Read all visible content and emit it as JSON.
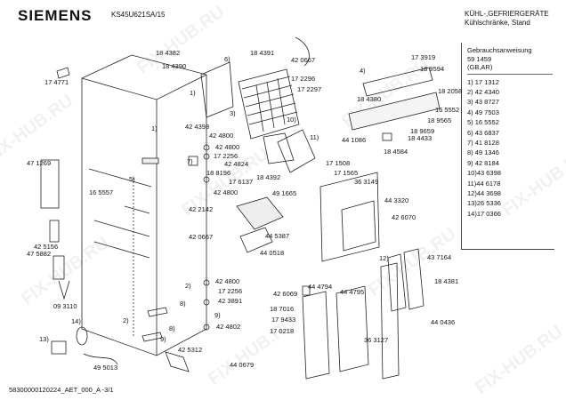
{
  "header": {
    "brand": "SIEMENS",
    "model": "KS45U621SA/15",
    "category_line1": "KÜHL-,GEFRIERGERÄTE",
    "category_line2": "Kühlschränke, Stand"
  },
  "legend": {
    "title_line1": "Gebrauchsanweisung",
    "title_line2": "59 1459",
    "title_line3": "(GB,AR)",
    "items": [
      "1) 17 1312",
      "2) 42 4340",
      "3) 43 8727",
      "4) 49 7503",
      "5) 16 5552",
      "6) 43 6837",
      "7) 41 8128",
      "8) 49 1346",
      "9) 42 8184",
      "10)43 6398",
      "11)44 6178",
      "12)44 3698",
      "13)26 5336",
      "14)17 0366"
    ]
  },
  "part_labels": [
    "18 4382",
    "18 4391",
    "42 0667",
    "18 4390",
    "17 2296",
    "17 2297",
    "17 4771",
    "42 4398",
    "42 4800",
    "17 2256",
    "42 4800",
    "18 8196",
    "42 4824",
    "17 6137",
    "42 4800",
    "47 1269",
    "16 5557",
    "42 2142",
    "42 5156",
    "47 5882",
    "42 0667",
    "44 5387",
    "44 0518",
    "09 3110",
    "42 4800",
    "17 2256",
    "42 3891",
    "42 4802",
    "42 5312",
    "44 0679",
    "49 5013",
    "17 3919",
    "18 9594",
    "18 4380",
    "18 2058",
    "16 5552",
    "18 9565",
    "18 9659",
    "18 4433",
    "44 1086",
    "18 4584",
    "17 1508",
    "17 1565",
    "18 4392",
    "36 3149",
    "49 1665",
    "44 3320",
    "42 6070",
    "43 7164",
    "18 4381",
    "42 6069",
    "44 4794",
    "44 4795",
    "18 7016",
    "17 9433",
    "17 0218",
    "36 3127",
    "44 0436"
  ],
  "callouts": [
    "1)",
    "1)",
    "2)",
    "2)",
    "3)",
    "4)",
    "5)",
    "6)",
    "7)",
    "8)",
    "8)",
    "9)",
    "9)",
    "10)",
    "11)",
    "12)",
    "13)",
    "14)"
  ],
  "footer": "58300000120224_AET_000_A   -3/1",
  "watermark": "FIX-HUB.RU"
}
